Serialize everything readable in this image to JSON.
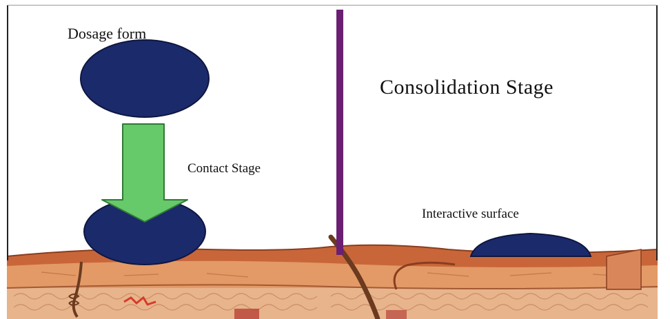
{
  "labels": {
    "dosage_form": "Dosage form",
    "contact_stage": "Contact Stage",
    "consolidation_stage": "Consolidation Stage",
    "interactive_surface": "Interactive surface"
  },
  "colors": {
    "dosage_blue": "#1b2a6b",
    "arrow_green": "#66c96a",
    "divider_purple": "#6a1f72",
    "skin_surface": "#c8663a",
    "skin_layer": "#e39a66",
    "tissue_base": "#e8b48c"
  }
}
